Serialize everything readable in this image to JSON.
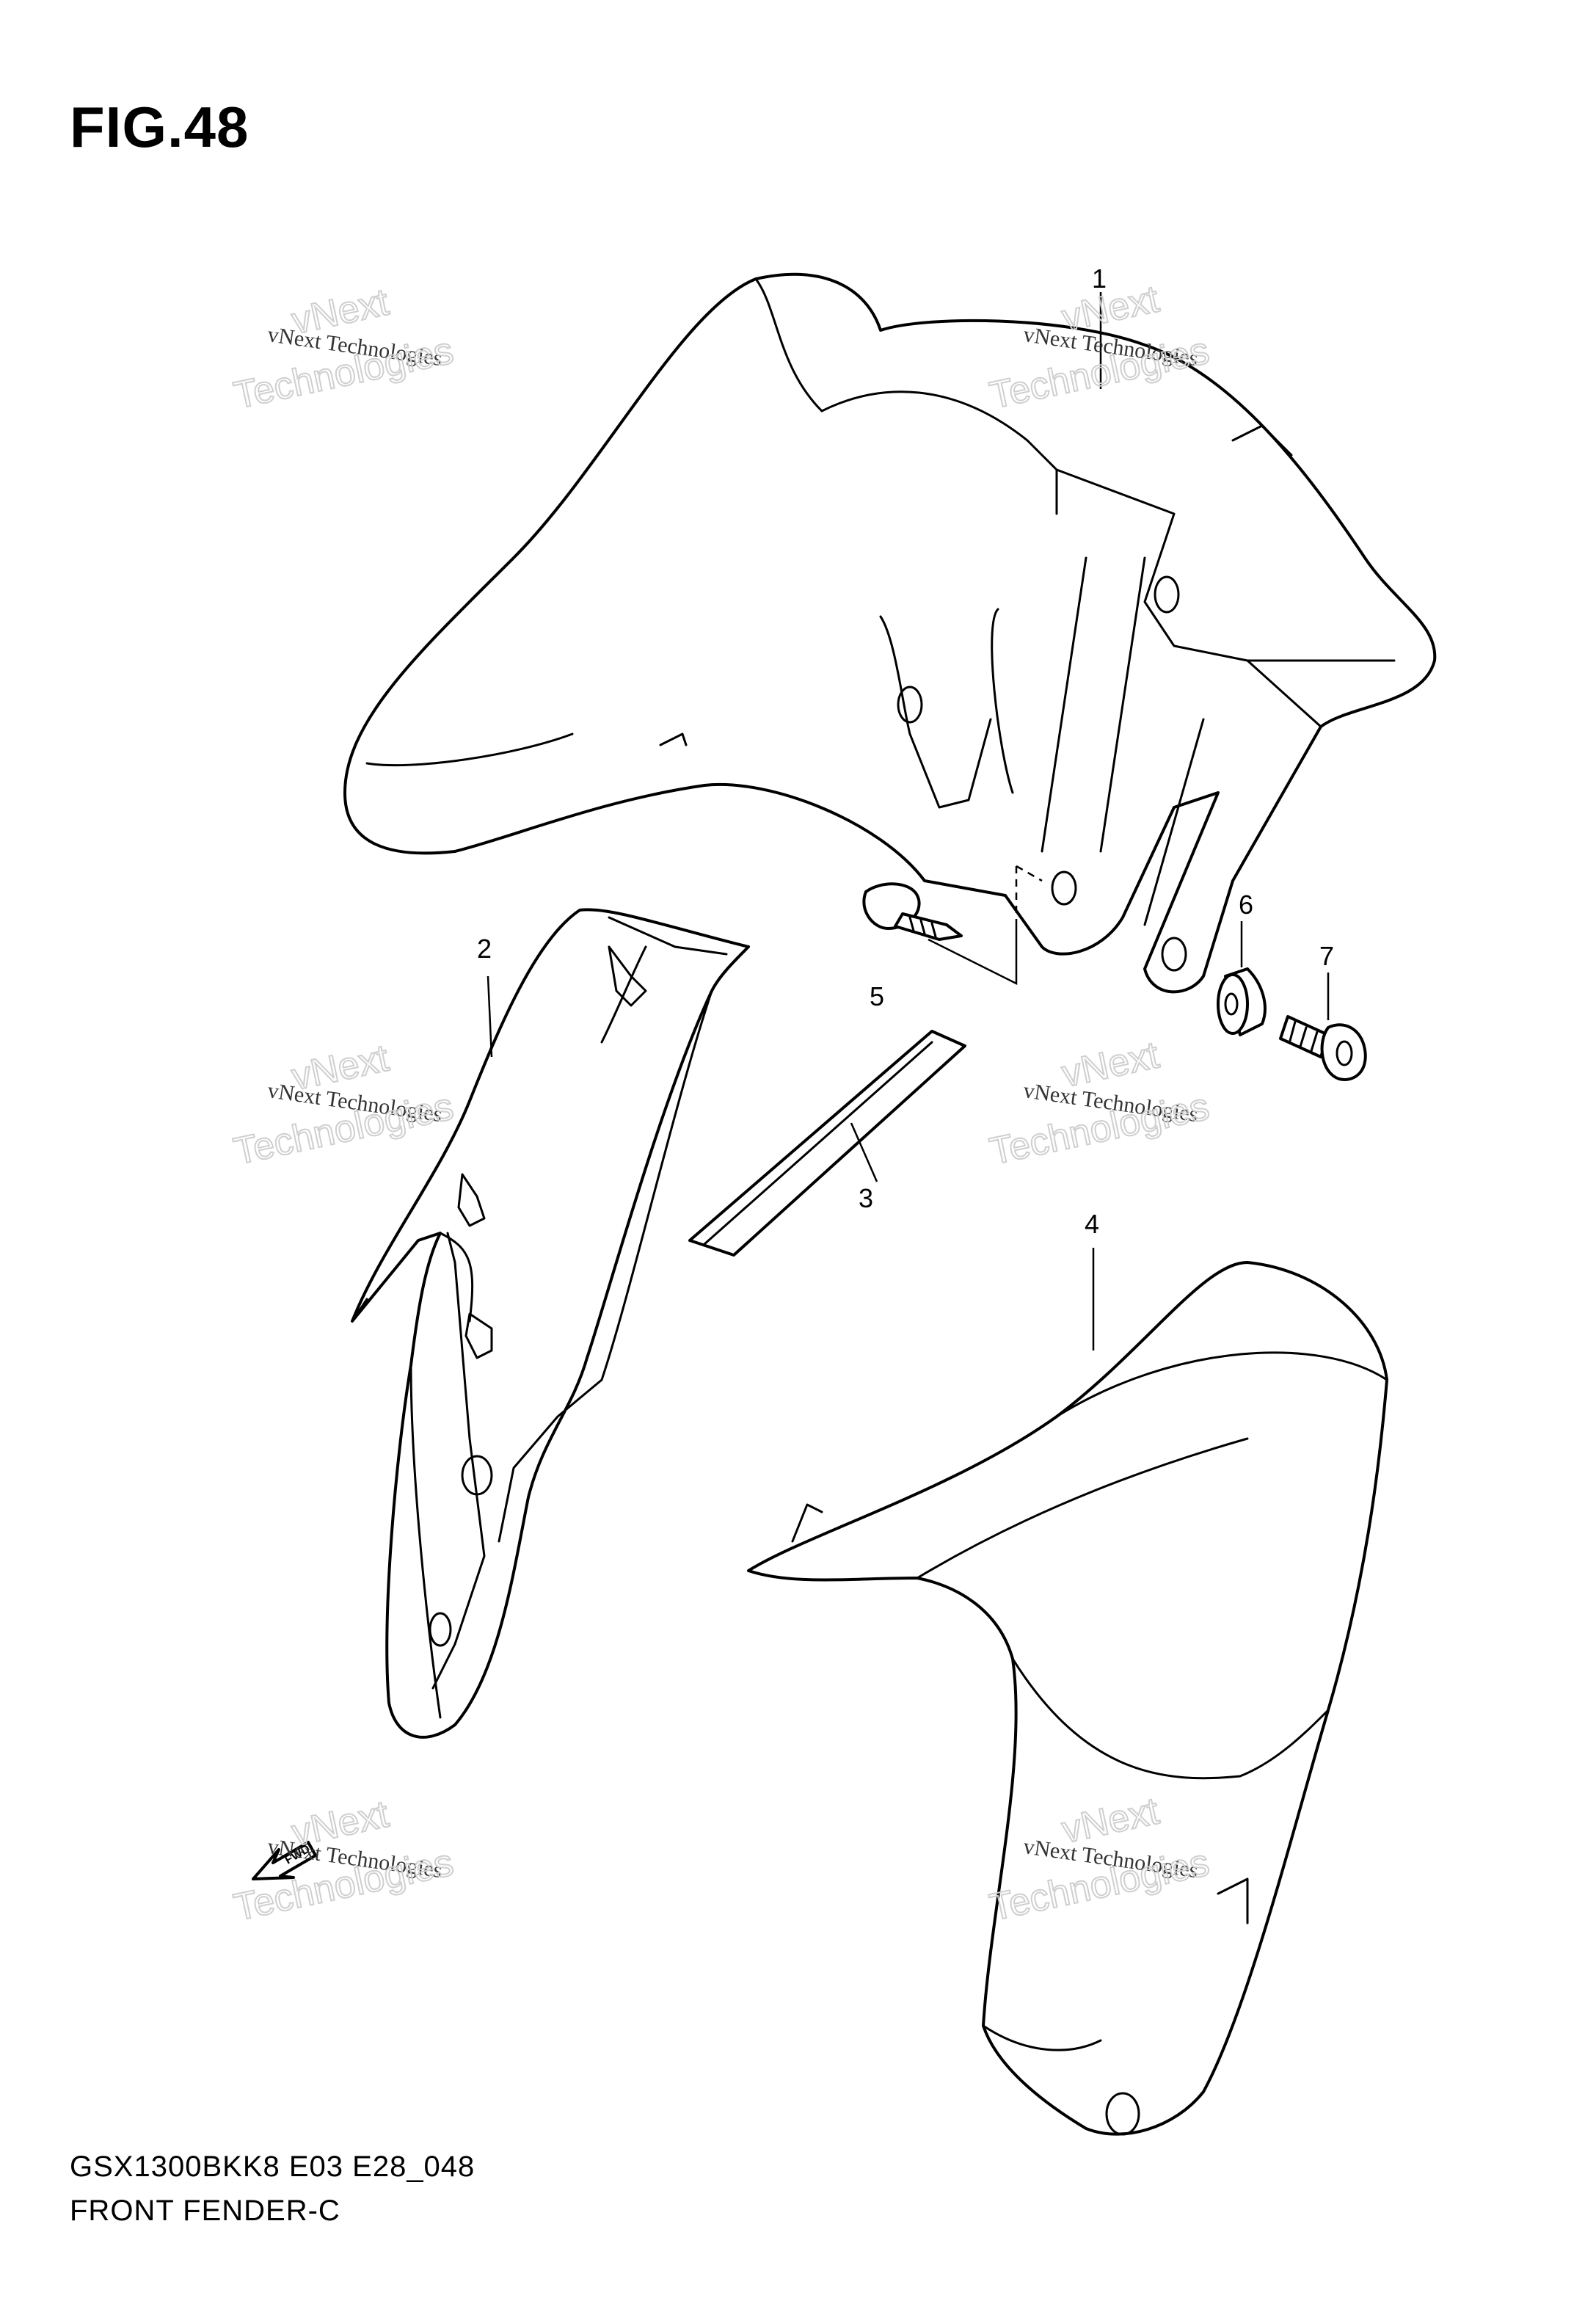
{
  "figure": {
    "title": "FIG.48",
    "model_code": "GSX1300BKK8 E03 E28_048",
    "name": "FRONT FENDER-C"
  },
  "callouts": [
    "1",
    "2",
    "3",
    "4",
    "5",
    "6",
    "7"
  ],
  "watermark": {
    "line1": "vNext Technologies",
    "line2": "Technologies",
    "line3": "vNext"
  },
  "direction_arrow": {
    "label": "FWD",
    "icon": "forward-arrow-icon"
  },
  "colors": {
    "line": "#000000",
    "background": "#ffffff",
    "watermark": "#cfcfcf"
  }
}
